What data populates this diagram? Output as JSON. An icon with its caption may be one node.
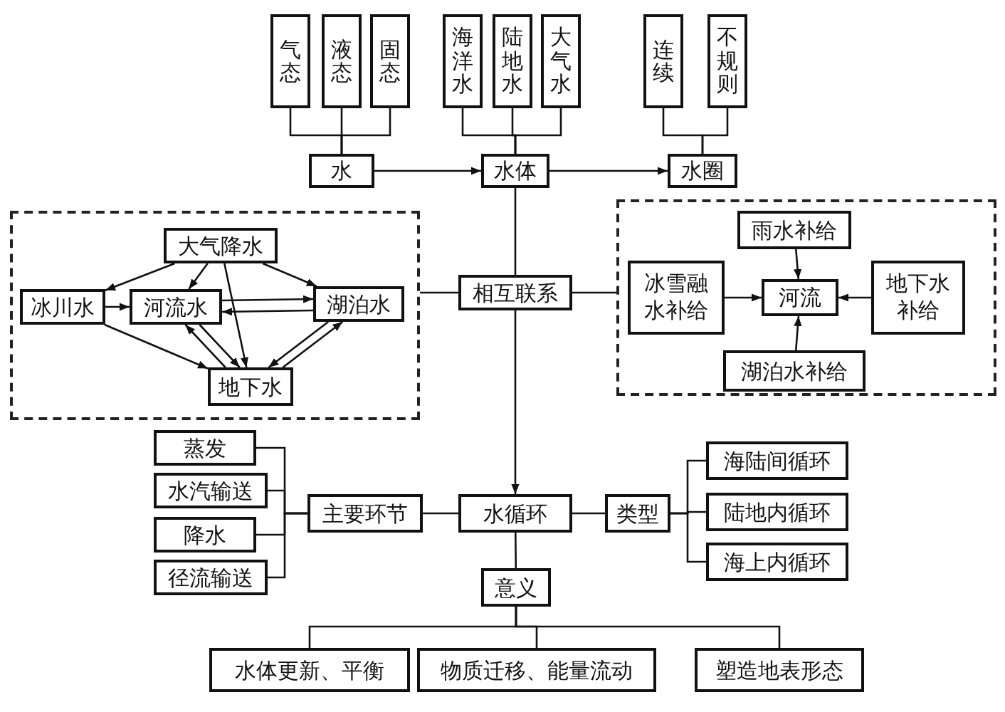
{
  "diagram": {
    "nodes": [
      {
        "text": [
          "气态"
        ]
      },
      {
        "text": [
          "液态"
        ]
      },
      {
        "text": [
          "固态"
        ]
      },
      {
        "text": [
          "海洋水"
        ]
      },
      {
        "text": [
          "陆地水"
        ]
      },
      {
        "text": [
          "大气水"
        ]
      },
      {
        "text": [
          "连续"
        ]
      },
      {
        "text": [
          "不规则"
        ]
      },
      {
        "text": [
          "水"
        ]
      },
      {
        "text": [
          "水体"
        ]
      },
      {
        "text": [
          "水圈"
        ]
      },
      {
        "text": [],
        "shape": "box"
      },
      {
        "text": [
          "大气降水"
        ],
        "in": 11
      },
      {
        "text": [
          "冰川水"
        ],
        "in": 11
      },
      {
        "text": [
          "河流水"
        ],
        "in": 11
      },
      {
        "text": [
          "湖泊水"
        ],
        "in": 11
      },
      {
        "text": [
          "地下水"
        ],
        "in": 11
      },
      {
        "text": [
          "相互联系"
        ]
      },
      {
        "text": [],
        "shape": "box"
      },
      {
        "text": [
          "雨水补给"
        ],
        "in": 18
      },
      {
        "text": [
          "冰雪融水补给"
        ],
        "in": 18
      },
      {
        "text": [
          "河流"
        ],
        "in": 18
      },
      {
        "text": [
          "地下水补给"
        ],
        "in": 18
      },
      {
        "text": [
          "湖泊水补给"
        ],
        "in": 18
      },
      {
        "text": [
          "蒸发"
        ]
      },
      {
        "text": [
          "水汽输送"
        ]
      },
      {
        "text": [
          "降水"
        ]
      },
      {
        "text": [
          "径流输送"
        ]
      },
      {
        "text": [
          "主要环节"
        ]
      },
      {
        "text": [
          "水循环"
        ]
      },
      {
        "text": [
          "类型"
        ]
      },
      {
        "text": [
          "海陆间循环"
        ]
      },
      {
        "text": [
          "陆地内循环"
        ]
      },
      {
        "text": [
          "海上内循环"
        ]
      },
      {
        "text": [
          "意义"
        ]
      },
      {
        "text": [
          "水体更新、平衡"
        ]
      },
      {
        "text": [
          "物质迁移、能量流动"
        ]
      },
      {
        "text": [
          "塑造地表形态"
        ]
      }
    ],
    "edges": [
      {
        "from": 0,
        "to": 8,
        "arrow": "none"
      },
      {
        "from": 1,
        "to": 8,
        "arrow": "none"
      },
      {
        "from": 2,
        "to": 8,
        "arrow": "none"
      },
      {
        "from": 3,
        "to": 9,
        "arrow": "none"
      },
      {
        "from": 4,
        "to": 9,
        "arrow": "none"
      },
      {
        "from": 5,
        "to": 9,
        "arrow": "none"
      },
      {
        "from": 6,
        "to": 10,
        "arrow": "none"
      },
      {
        "from": 7,
        "to": 10,
        "arrow": "none"
      },
      {
        "from": 8,
        "to": 9,
        "arrow": "to"
      },
      {
        "from": 9,
        "to": 10,
        "arrow": "to"
      },
      {
        "from": 9,
        "to": 17,
        "arrow": "none"
      },
      {
        "from": 17,
        "to": 11,
        "arrow": "none"
      },
      {
        "from": 17,
        "to": 18,
        "arrow": "none"
      },
      {
        "from": 17,
        "to": 29,
        "arrow": "to"
      },
      {
        "from": 12,
        "to": 13,
        "arrow": "to"
      },
      {
        "from": 12,
        "to": 14,
        "arrow": "to"
      },
      {
        "from": 12,
        "to": 15,
        "arrow": "to"
      },
      {
        "from": 12,
        "to": 16,
        "arrow": "to"
      },
      {
        "from": 13,
        "to": 14,
        "arrow": "to"
      },
      {
        "from": 14,
        "to": 15,
        "arrow": "to"
      },
      {
        "from": 15,
        "to": 14,
        "arrow": "to"
      },
      {
        "from": 13,
        "to": 16,
        "arrow": "to"
      },
      {
        "from": 14,
        "to": 16,
        "arrow": "to"
      },
      {
        "from": 16,
        "to": 14,
        "arrow": "to"
      },
      {
        "from": 15,
        "to": 16,
        "arrow": "to"
      },
      {
        "from": 16,
        "to": 15,
        "arrow": "to"
      },
      {
        "from": 19,
        "to": 21,
        "arrow": "to"
      },
      {
        "from": 20,
        "to": 21,
        "arrow": "to"
      },
      {
        "from": 22,
        "to": 21,
        "arrow": "to"
      },
      {
        "from": 23,
        "to": 21,
        "arrow": "to"
      },
      {
        "from": 24,
        "to": 28,
        "arrow": "none"
      },
      {
        "from": 25,
        "to": 28,
        "arrow": "none"
      },
      {
        "from": 26,
        "to": 28,
        "arrow": "none"
      },
      {
        "from": 27,
        "to": 28,
        "arrow": "none"
      },
      {
        "from": 28,
        "to": 29,
        "arrow": "none"
      },
      {
        "from": 29,
        "to": 30,
        "arrow": "none"
      },
      {
        "from": 30,
        "to": 31,
        "arrow": "none"
      },
      {
        "from": 30,
        "to": 32,
        "arrow": "none"
      },
      {
        "from": 30,
        "to": 33,
        "arrow": "none"
      },
      {
        "from": 29,
        "to": 34,
        "arrow": "none"
      },
      {
        "from": 34,
        "to": 35,
        "arrow": "none"
      },
      {
        "from": 34,
        "to": 36,
        "arrow": "none"
      },
      {
        "from": 34,
        "to": 37,
        "arrow": "none"
      }
    ]
  }
}
